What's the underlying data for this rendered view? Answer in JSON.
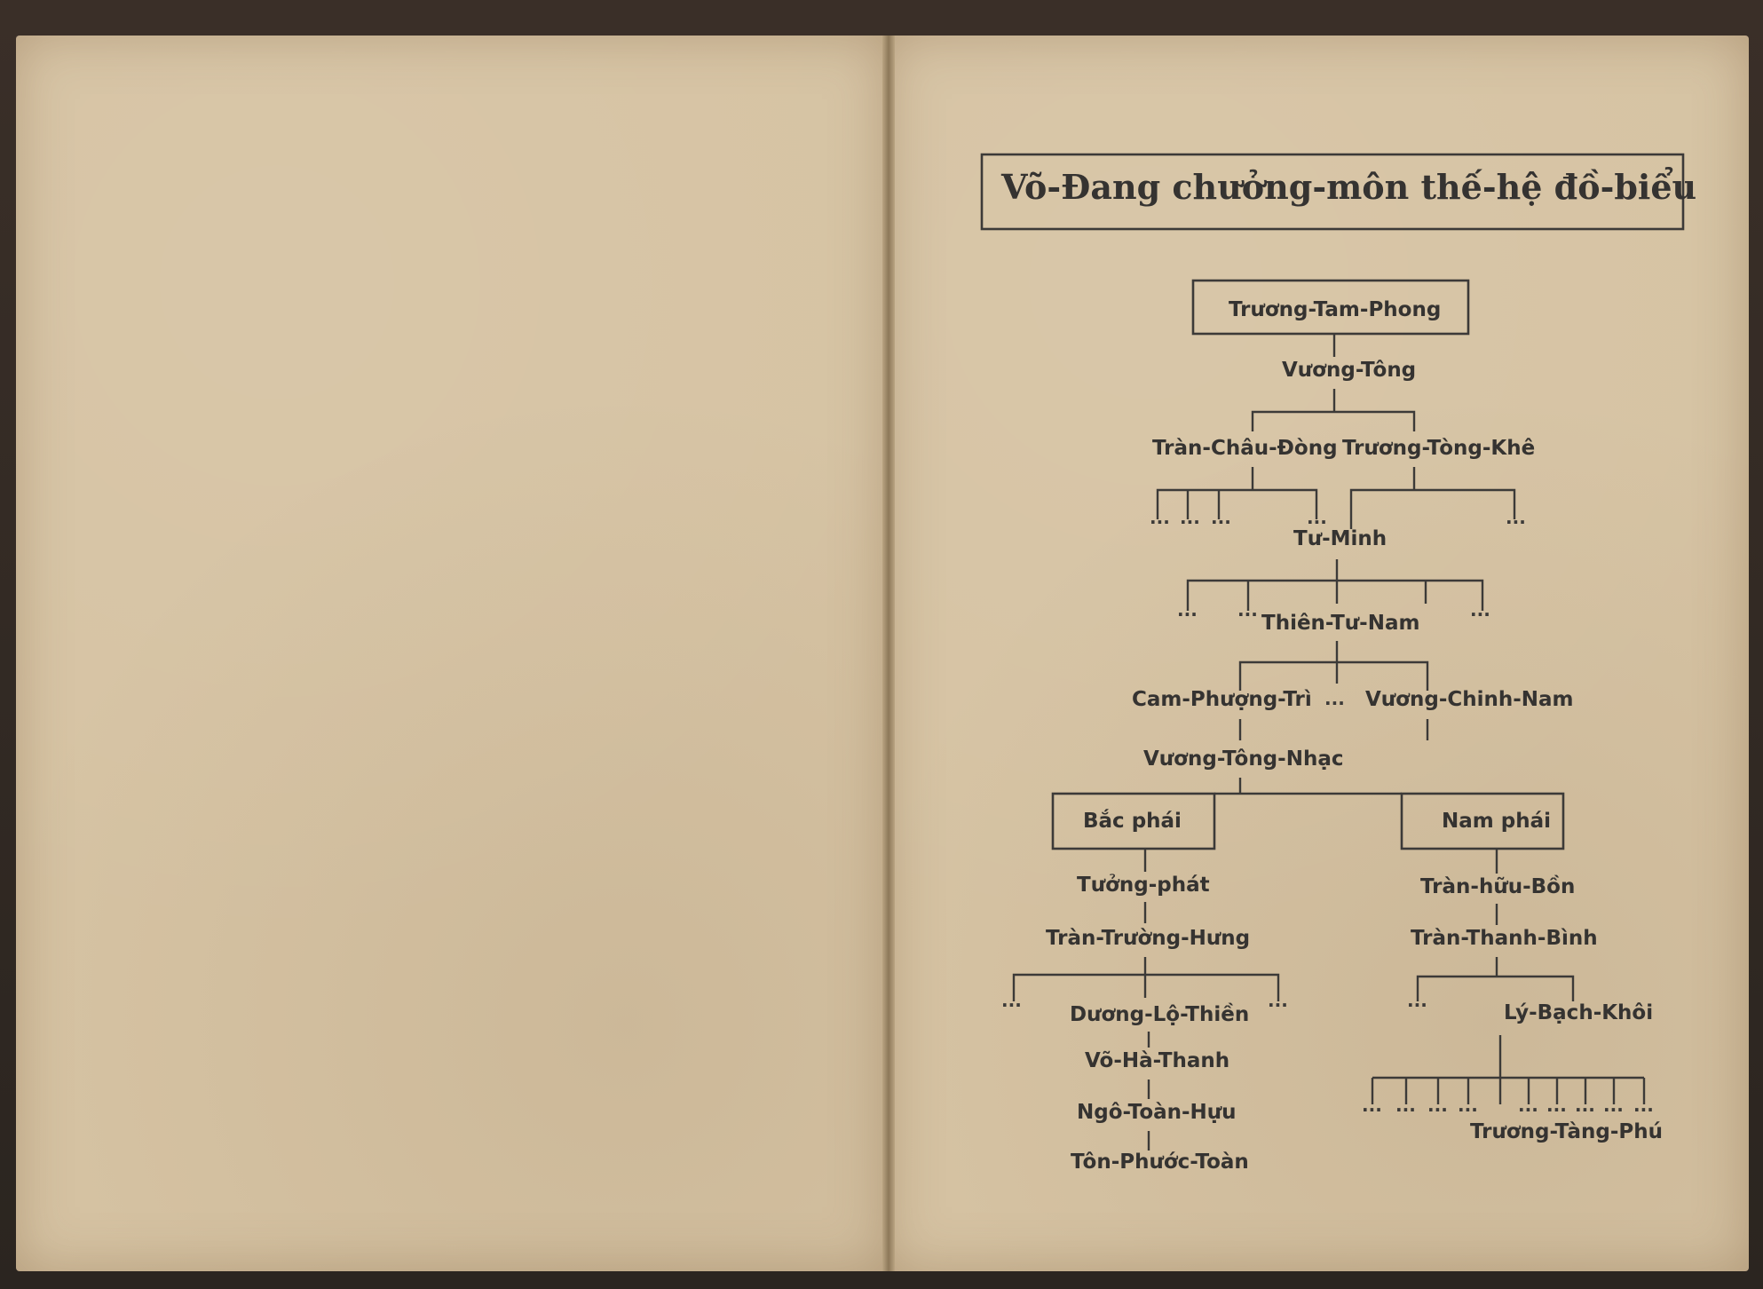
{
  "title": "Võ-Đang chưởng-môn thế-hệ đồ-biểu",
  "ellipsis": "...",
  "nodes": {
    "truong_tam_phong": "Trương-Tam-Phong",
    "vuong_tong": "Vương-Tông",
    "tran_chau_dong": "Tràn-Châu-Đòng",
    "truong_tong_khe": "Trương-Tòng-Khê",
    "tu_minh": "Tư-Minh",
    "thien_tu_nam": "Thiên-Tư-Nam",
    "cam_phuong_tri": "Cam-Phượng-Trì",
    "vuong_chinh_nam": "Vương-Chinh-Nam",
    "vuong_tong_nhac": "Vương-Tông-Nhạc",
    "bac_phai": "Bắc phái",
    "nam_phai": "Nam phái",
    "tuong_phat": "Tưởng-phát",
    "tran_truong_hung": "Tràn-Trường-Hưng",
    "duong_lo_thien": "Dương-Lộ-Thiền",
    "vo_ha_thanh": "Võ-Hà-Thanh",
    "ngo_toan_huu": "Ngô-Toàn-Hựu",
    "ton_phuoc_toan": "Tôn-Phước-Toàn",
    "tran_huu_bon": "Tràn-hữu-Bồn",
    "tran_thanh_binh": "Tràn-Thanh-Bình",
    "ly_bach_khoi": "Lý-Bạch-Khôi",
    "truong_tang_phu": "Trương-Tàng-Phú"
  }
}
